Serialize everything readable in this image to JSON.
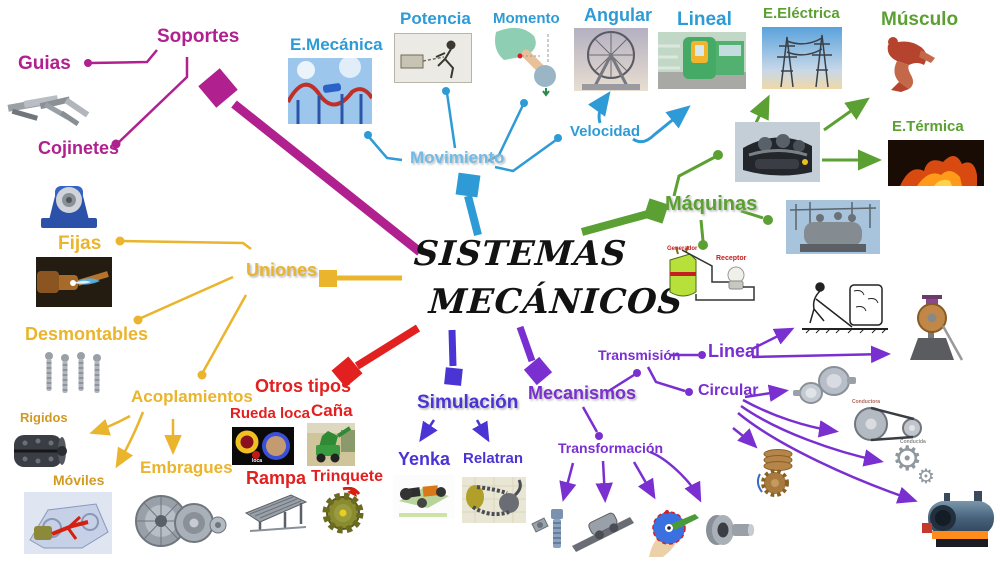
{
  "title": {
    "line1": "SISTEMAS",
    "line2": "MECÁNICOS"
  },
  "nodes": {
    "soportes": "Soportes",
    "guias": "Guias",
    "cojinetes": "Cojinetes",
    "movimiento": "Movimiento",
    "e_mecanica": "E.Mecánica",
    "potencia": "Potencia",
    "momento": "Momento",
    "velocidad": "Velocidad",
    "angular": "Angular",
    "lineal_movimiento": "Lineal",
    "maquinas": "Máquinas",
    "e_electrica": "E.Eléctrica",
    "musculo": "Músculo",
    "e_termica": "E.Térmica",
    "uniones": "Uniones",
    "fijas": "Fijas",
    "desmontables": "Desmontables",
    "acoplamientos": "Acoplamientos",
    "rigidos": "Rigidos",
    "moviles": "Móviles",
    "embragues": "Embragues",
    "otros_tipos": "Otros tipos",
    "rueda_loca": "Rueda loca",
    "cana": "Caña",
    "rampa": "Rampa",
    "trinquete": "Trinquete",
    "simulacion": "Simulación",
    "yenka": "Yenka",
    "relatran": "Relatran",
    "mecanismos": "Mecanismos",
    "transmision": "Transmisión",
    "lineal_mecanismos": "Lineal",
    "circular": "Circular",
    "transformacion": "Transformación"
  },
  "image_labels": {
    "generador": "Generador",
    "receptor": "Receptor",
    "conductora": "Conductora",
    "conducida": "Conducida",
    "loca": "loca"
  },
  "icons": {
    "gear": "⚙"
  },
  "colors": {
    "magenta": "#b0208e",
    "blue": "#2e9bd6",
    "light_blue": "#6fbce8",
    "green": "#5ba032",
    "yellow": "#eab42c",
    "red": "#e32020",
    "indigo": "#4a35d4",
    "purple": "#7a2fd0",
    "title_text": "#121212"
  }
}
